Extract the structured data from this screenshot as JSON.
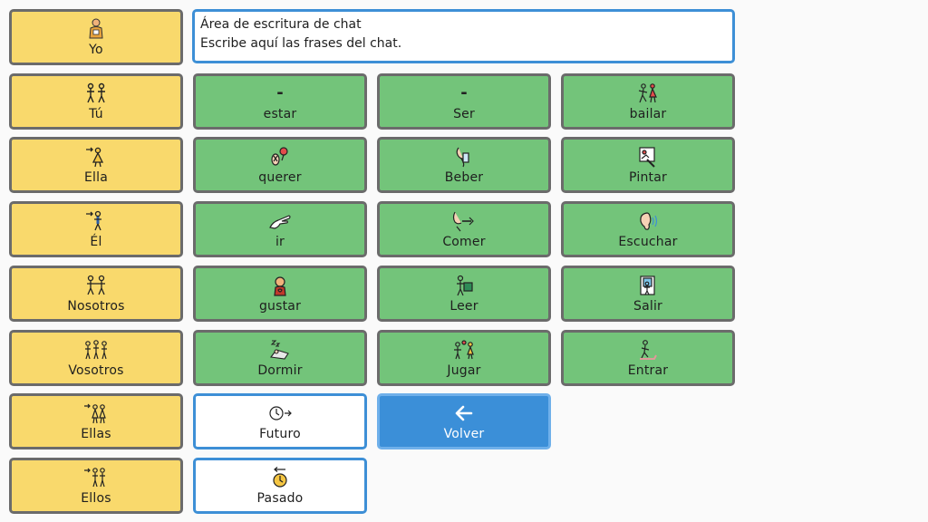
{
  "chat": {
    "line1": "Área de escritura de chat",
    "line2": "Escribe aquí las frases del chat."
  },
  "pronouns": [
    {
      "label": "Yo",
      "icon": "person-icon"
    },
    {
      "label": "Tú",
      "icon": "two-people-icon"
    },
    {
      "label": "Ella",
      "icon": "woman-pointing-icon"
    },
    {
      "label": "Él",
      "icon": "man-pointing-icon"
    },
    {
      "label": "Nosotros",
      "icon": "group-icon"
    },
    {
      "label": "Vosotros",
      "icon": "group-three-icon"
    },
    {
      "label": "Ellas",
      "icon": "women-icon"
    },
    {
      "label": "Ellos",
      "icon": "men-icon"
    }
  ],
  "verbs": {
    "estar": {
      "label": "estar",
      "symbol": "-"
    },
    "ser": {
      "label": "Ser",
      "symbol": "-"
    },
    "bailar": {
      "label": "bailar",
      "icon": "dance-icon"
    },
    "querer": {
      "label": "querer",
      "icon": "want-icon"
    },
    "beber": {
      "label": "Beber",
      "icon": "drink-icon"
    },
    "pintar": {
      "label": "Pintar",
      "icon": "paint-icon"
    },
    "ir": {
      "label": "ir",
      "icon": "pointing-hand-icon"
    },
    "comer": {
      "label": "Comer",
      "icon": "eat-icon"
    },
    "escuchar": {
      "label": "Escuchar",
      "icon": "ear-icon"
    },
    "gustar": {
      "label": "gustar",
      "icon": "like-icon"
    },
    "leer": {
      "label": "Leer",
      "icon": "read-icon"
    },
    "salir": {
      "label": "Salir",
      "icon": "exit-icon"
    },
    "dormir": {
      "label": "Dormir",
      "icon": "sleep-icon"
    },
    "jugar": {
      "label": "Jugar",
      "icon": "play-icon"
    },
    "entrar": {
      "label": "Entrar",
      "icon": "enter-icon"
    }
  },
  "tense": {
    "futuro": {
      "label": "Futuro",
      "icon": "clock-future-icon"
    },
    "pasado": {
      "label": "Pasado",
      "icon": "clock-past-icon"
    }
  },
  "nav": {
    "back": {
      "label": "Volver",
      "icon": "left-arrow-icon"
    }
  },
  "colors": {
    "pronoun": "#f9d96c",
    "verb": "#73c47a",
    "tense": "#ffffff",
    "nav": "#3b8fd8",
    "accent_border": "#3d8fd6"
  }
}
